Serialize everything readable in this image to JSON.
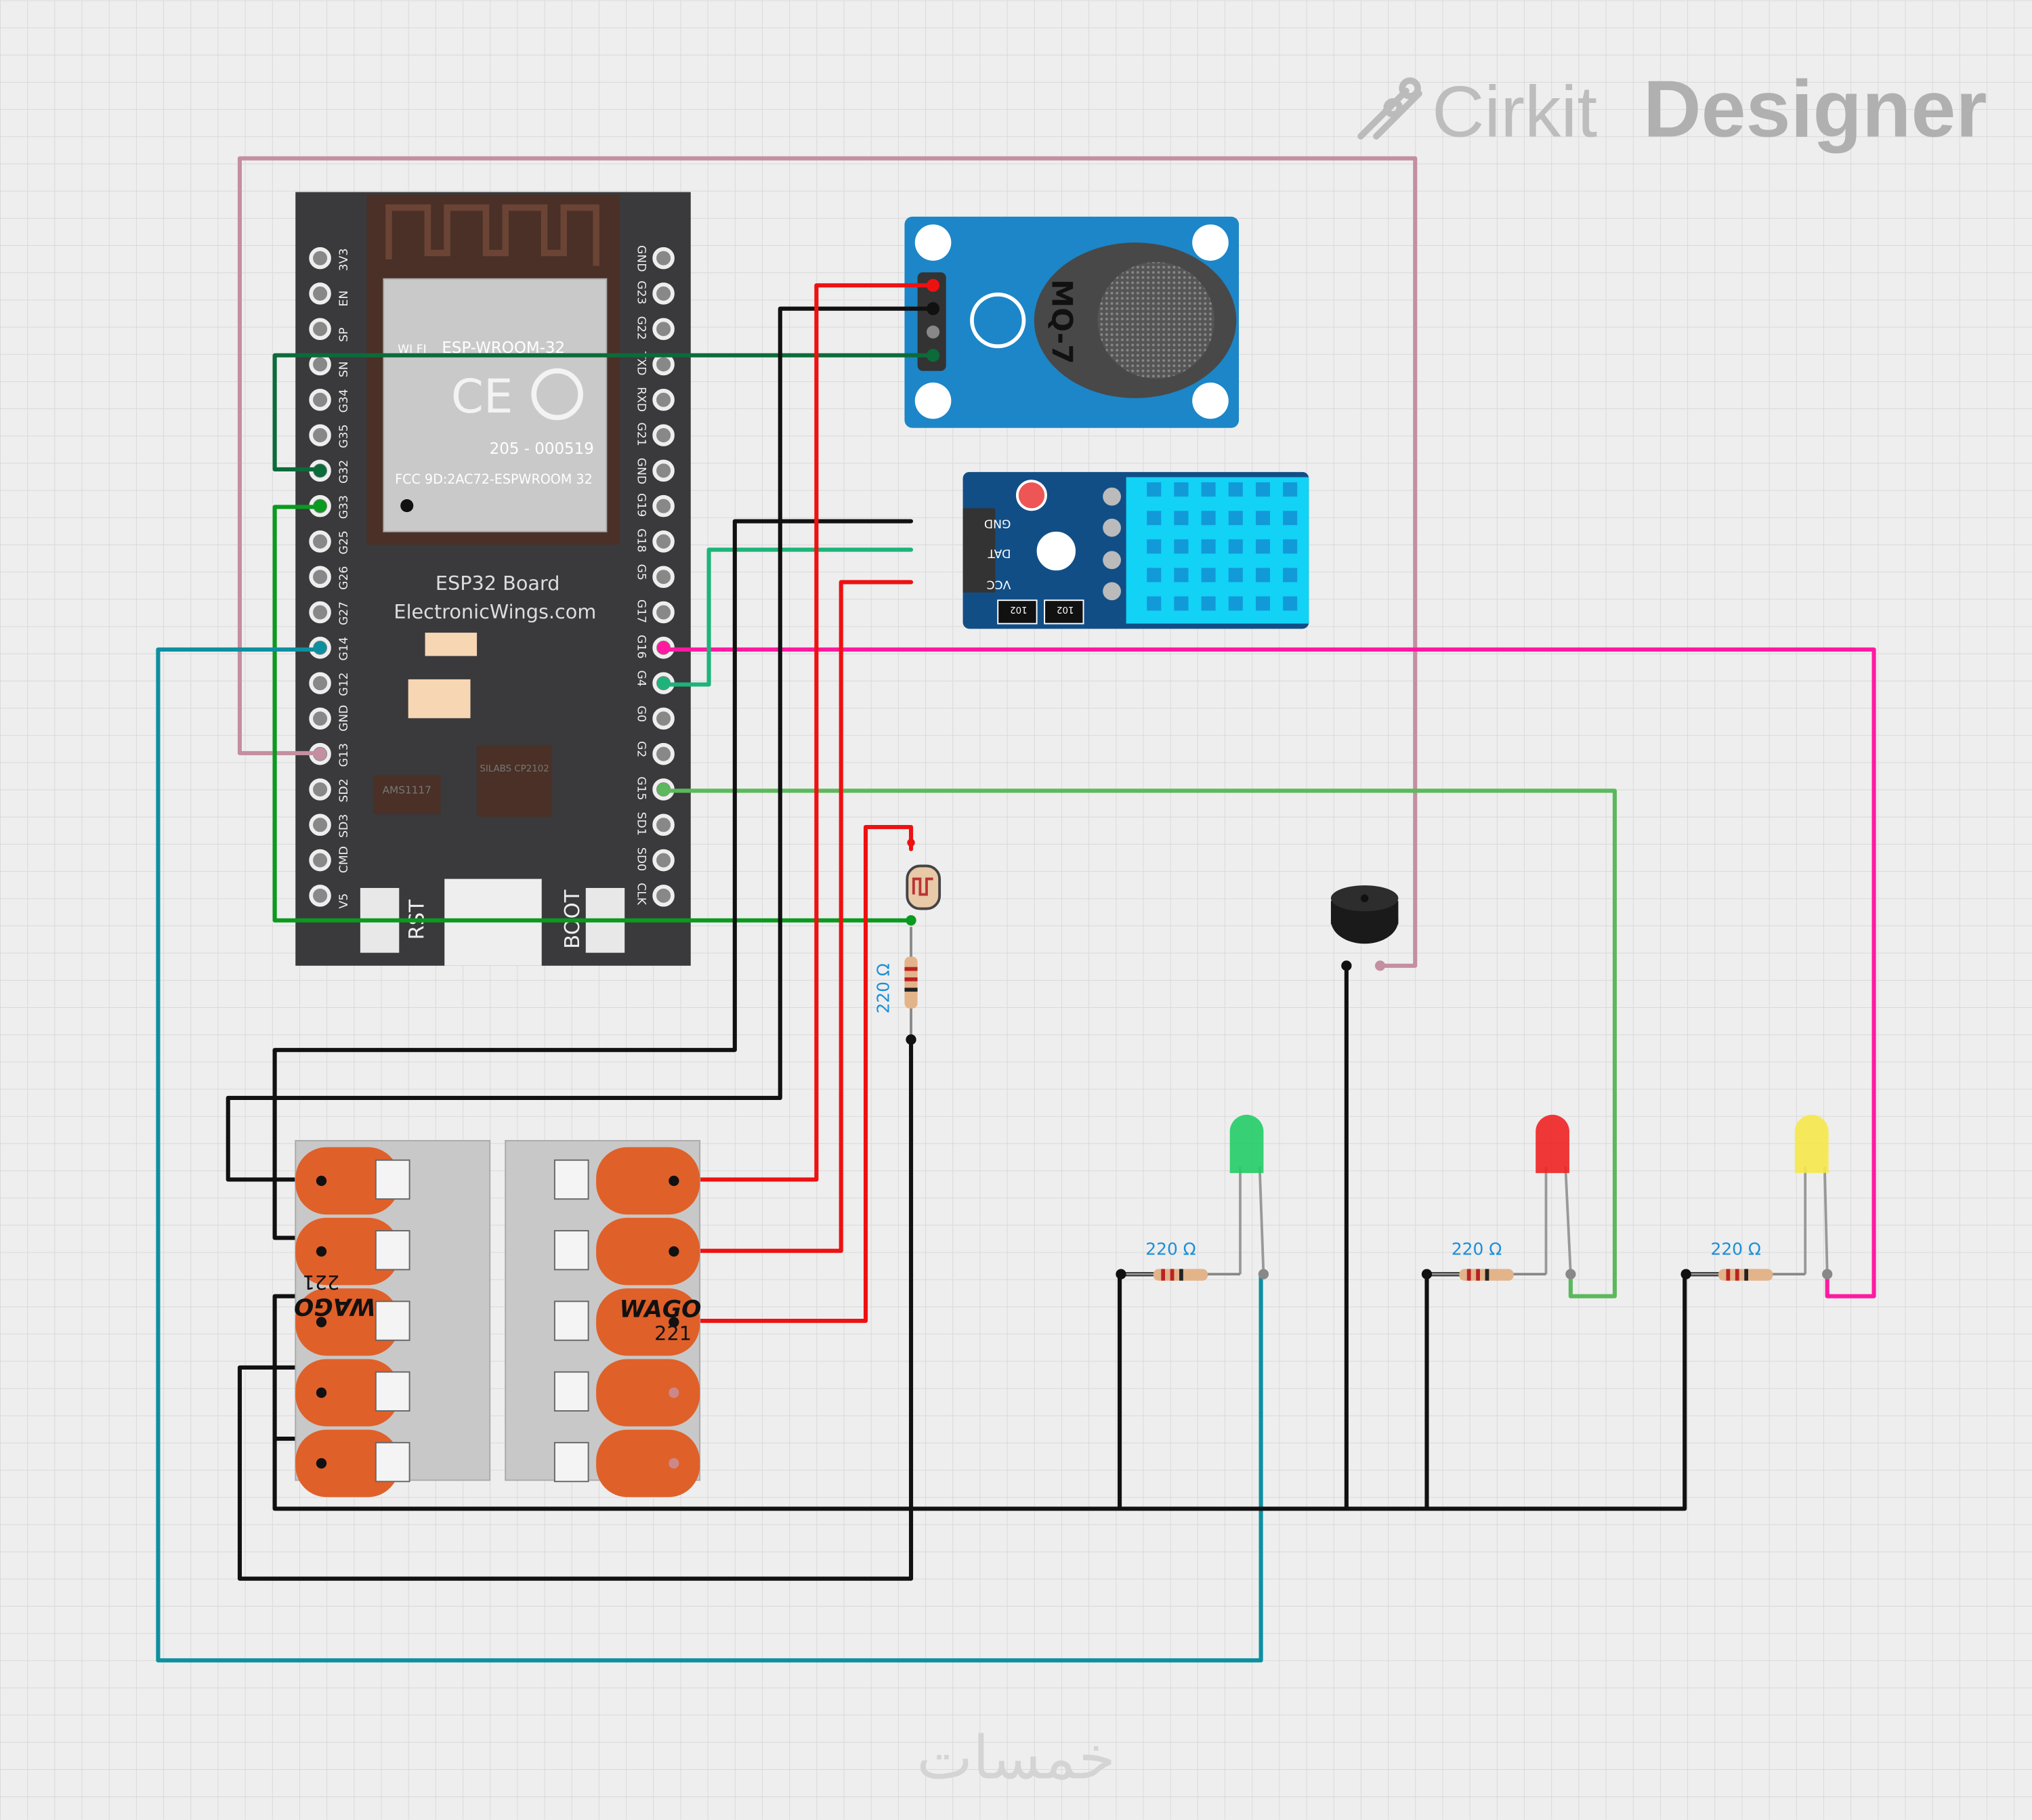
{
  "brand": {
    "logo_light": "Cirkit",
    "logo_bold": "Designer"
  },
  "watermark": "خمسات",
  "esp32": {
    "module_label": "ESP-WROOM-32",
    "wifi_label": "WI FI",
    "cert_number": "205 - 000519",
    "fcc": "FCC 9D:2AC72-ESPWROOM 32",
    "board_name": "ESP32 Board",
    "board_site": "ElectronicWings.com",
    "regulator": "AMS1117",
    "chip": "SILABS CP2102",
    "rst_label": "RST",
    "boot_label": "BOOT",
    "left_pins": [
      "3V3",
      "EN",
      "SP",
      "SN",
      "G34",
      "G35",
      "G32",
      "G33",
      "G25",
      "G26",
      "G27",
      "G14",
      "G12",
      "GND",
      "G13",
      "SD2",
      "SD3",
      "CMD",
      "V5"
    ],
    "right_pins": [
      "GND",
      "G23",
      "G22",
      "TXD",
      "RXD",
      "G21",
      "GND",
      "G19",
      "G18",
      "G5",
      "G17",
      "G16",
      "G4",
      "G0",
      "G2",
      "G15",
      "SD1",
      "SD0",
      "CLK"
    ]
  },
  "mq7": {
    "label": "MQ-7"
  },
  "dht": {
    "pins": [
      "GND",
      "DAT",
      "VCC"
    ],
    "smd": [
      "102",
      "102"
    ]
  },
  "wago": {
    "brand": "WAGO",
    "model": "221"
  },
  "resistors": {
    "ldr_resistor": "220 Ω",
    "green_led_resistor": "220 Ω",
    "red_led_resistor": "220 Ω",
    "yellow_led_resistor": "220 Ω"
  },
  "colors": {
    "grid": "#d9d9d9",
    "background": "#eeeeee",
    "wire_pink": "#c48fa0",
    "wire_dark_green": "#0b6b3a",
    "wire_green": "#0a9a1f",
    "wire_teal": "#0e8fa0",
    "wire_magenta": "#ff1aa0",
    "wire_sea_green": "#1db37a",
    "wire_light_green": "#5cb85c",
    "wire_red": "#ee1111",
    "wire_black": "#111111",
    "esp_board": "#3a3a3c",
    "mq7_board": "#1c86c8",
    "dht_board": "#124e86",
    "dht_sensor": "#12d2f5",
    "wago_orange": "#e0602a"
  }
}
